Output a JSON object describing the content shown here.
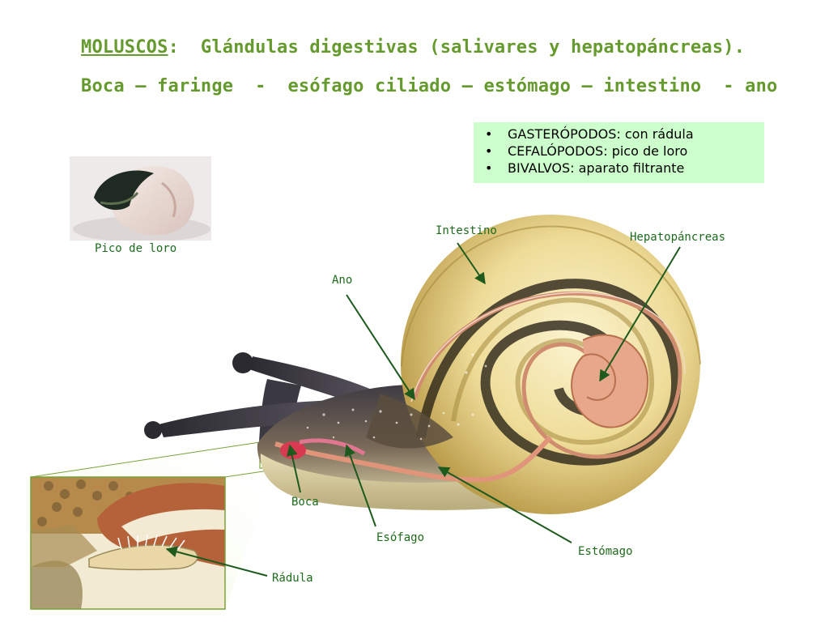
{
  "title": {
    "moluscos": "MOLUSCOS",
    "rest": ":  Glándulas digestivas (salivares y hepatopáncreas).",
    "line2": "Boca – faringe  -  esófago ciliado – estómago – intestino  - ano"
  },
  "info_box": {
    "items": [
      "GASTERÓPODOS: con rádula",
      "CEFALÓPODOS: pico de loro",
      "BIVALVOS: aparato filtrante"
    ],
    "bullet": "•"
  },
  "labels": {
    "pico_de_loro": "Pico de loro",
    "intestino": "Intestino",
    "hepatopancreas": "Hepatopáncreas",
    "ano": "Ano",
    "boca": "Boca",
    "esofago": "Esófago",
    "estomago": "Estómago",
    "radula": "Rádula"
  },
  "colors": {
    "title": "#669a2e",
    "info_box_bg": "#ccffcc",
    "label_text": "#1e6b1e",
    "arrows": "#1e5a1e"
  }
}
